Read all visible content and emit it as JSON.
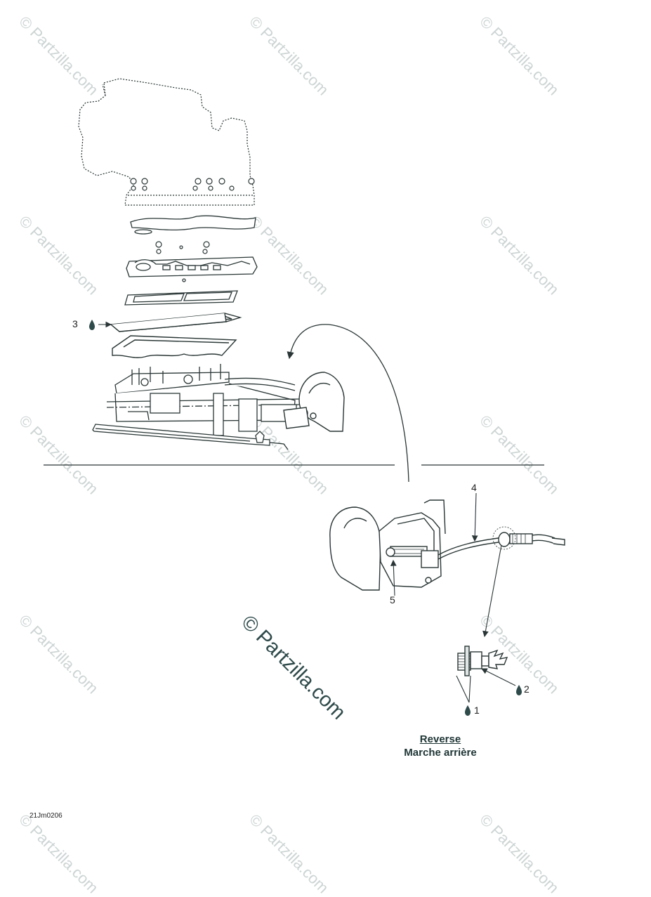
{
  "watermark": {
    "text": "© Partzilla.com",
    "center_text": "© Partzilla.com"
  },
  "callouts": {
    "c1": "1",
    "c2": "2",
    "c3": "3",
    "c4": "4",
    "c5": "5"
  },
  "caption": {
    "title": "Reverse",
    "subtitle": "Marche arrière"
  },
  "figure_code": "21Jm0206",
  "colors": {
    "line": "#2a3535",
    "accent": "#1f4a4a",
    "watermark": "#cdd4d4"
  },
  "icons": {
    "lubricant": "drop-icon"
  }
}
